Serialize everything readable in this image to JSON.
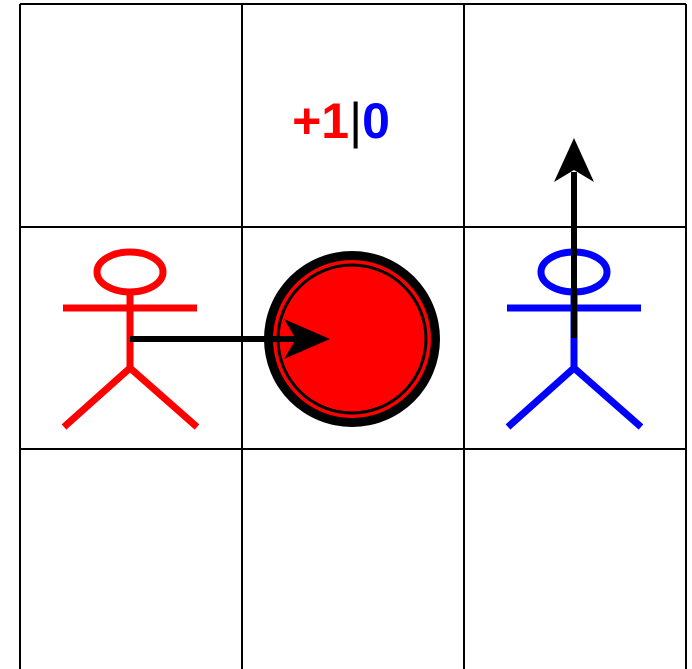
{
  "grid": {
    "rows": 3,
    "cols": 3,
    "line_color": "#000000",
    "background": "#ffffff"
  },
  "score": {
    "red": "+1",
    "separator": "|",
    "blue": "0",
    "red_color": "#ff0000",
    "separator_color": "#000000",
    "blue_color": "#0000ff"
  },
  "agents": [
    {
      "id": "red",
      "color": "#ff0000",
      "row": 1,
      "col": 0,
      "move": "right"
    },
    {
      "id": "blue",
      "color": "#0000ff",
      "row": 1,
      "col": 2,
      "move": "up"
    }
  ],
  "token": {
    "row": 1,
    "col": 1,
    "fill": "#ff0000",
    "outline": "#000000"
  },
  "arrow_color": "#000000"
}
